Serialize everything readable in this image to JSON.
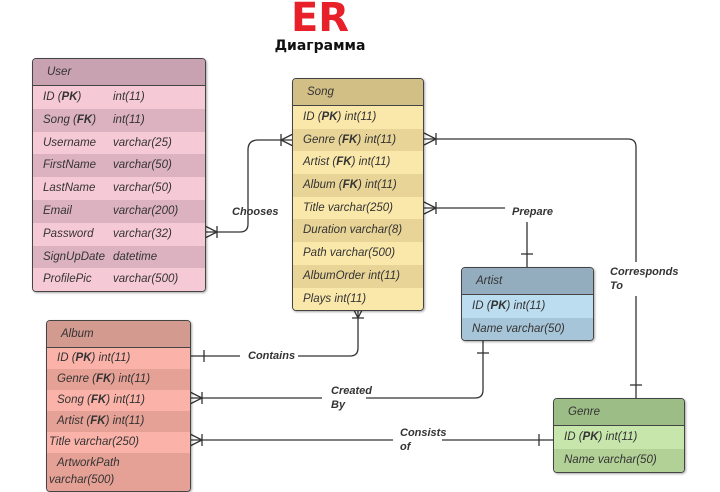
{
  "title": {
    "main": "ER",
    "subtitle": "Диаграмма"
  },
  "colors": {
    "title": "#e8202a"
  },
  "entities": {
    "user": {
      "name": "User",
      "colors": {
        "header": "#c9a2b1",
        "row_a": "#f6c9d6",
        "row_b": "#ddb2c0"
      },
      "rows": [
        {
          "field": "ID",
          "key": "PK",
          "type": "int(11)"
        },
        {
          "field": "Song",
          "key": "FK",
          "type": "int(11)"
        },
        {
          "field": "Username",
          "key": "",
          "type": "varchar(25)"
        },
        {
          "field": "FirstName",
          "key": "",
          "type": "varchar(50)"
        },
        {
          "field": "LastName",
          "key": "",
          "type": "varchar(50)"
        },
        {
          "field": "Email",
          "key": "",
          "type": "varchar(200)"
        },
        {
          "field": "Password",
          "key": "",
          "type": "varchar(32)"
        },
        {
          "field": "SignUpDate",
          "key": "",
          "type": "datetime"
        },
        {
          "field": "ProfilePic",
          "key": "",
          "type": "varchar(500)"
        }
      ]
    },
    "song": {
      "name": "Song",
      "colors": {
        "header": "#d2bf86",
        "row_a": "#fae7aa",
        "row_b": "#e8d496"
      },
      "rows": [
        {
          "field": "ID",
          "key": "PK",
          "type": "int(11)"
        },
        {
          "field": "Genre",
          "key": "FK",
          "type": "int(11)"
        },
        {
          "field": "Artist",
          "key": "FK",
          "type": "int(11)"
        },
        {
          "field": "Album",
          "key": "FK",
          "type": "int(11)"
        },
        {
          "field": "Title",
          "key": "",
          "type": "varchar(250)"
        },
        {
          "field": "Duration",
          "key": "",
          "type": "varchar(8)"
        },
        {
          "field": "Path",
          "key": "",
          "type": "varchar(500)"
        },
        {
          "field": "AlbumOrder",
          "key": "",
          "type": "int(11)"
        },
        {
          "field": "Plays",
          "key": "",
          "type": "int(11)"
        }
      ]
    },
    "artist": {
      "name": "Artist",
      "colors": {
        "header": "#93adbf",
        "row_a": "#bcdcef",
        "row_b": "#a7c5d8"
      },
      "rows": [
        {
          "field": "ID",
          "key": "PK",
          "type": "int(11)"
        },
        {
          "field": "Name",
          "key": "",
          "type": "varchar(50)"
        }
      ]
    },
    "album": {
      "name": "Album",
      "colors": {
        "header": "#d39a90",
        "row_a": "#fbb3a9",
        "row_b": "#e6a196"
      },
      "rows": [
        {
          "field": "ID",
          "key": "PK",
          "type": "int(11)"
        },
        {
          "field": "Genre",
          "key": "FK",
          "type": "int(11)"
        },
        {
          "field": "Song",
          "key": "FK",
          "type": "int(11)"
        },
        {
          "field": "Artist",
          "key": "FK",
          "type": "int(11)"
        },
        {
          "field": "Title",
          "key": "",
          "type": "varchar(250)"
        },
        {
          "field": "ArtworkPath",
          "key": "",
          "type": "varchar(500)"
        }
      ]
    },
    "genre": {
      "name": "Genre",
      "colors": {
        "header": "#9dbd86",
        "row_a": "#c6e6ab",
        "row_b": "#b2d197"
      },
      "rows": [
        {
          "field": "ID",
          "key": "PK",
          "type": "int(11)"
        },
        {
          "field": "Name",
          "key": "",
          "type": "varchar(50)"
        }
      ]
    }
  },
  "relationships": [
    {
      "label": "Chooses",
      "from": "User",
      "to": "Song"
    },
    {
      "label": "Prepare",
      "from": "Artist",
      "to": "Song"
    },
    {
      "label": "Corresponds To",
      "from": "Genre",
      "to": "Song"
    },
    {
      "label": "Contains",
      "from": "Album",
      "to": "Song"
    },
    {
      "label": "Created By",
      "from": "Album",
      "to": "Artist"
    },
    {
      "label": "Consists of",
      "from": "Album",
      "to": "Genre"
    }
  ],
  "labels": {
    "chooses": "Chooses",
    "prepare": "Prepare",
    "corresponds_1": "Corresponds",
    "corresponds_2": "To",
    "contains": "Contains",
    "created_1": "Created",
    "created_2": "By",
    "consists_1": "Consists",
    "consists_2": "of"
  }
}
